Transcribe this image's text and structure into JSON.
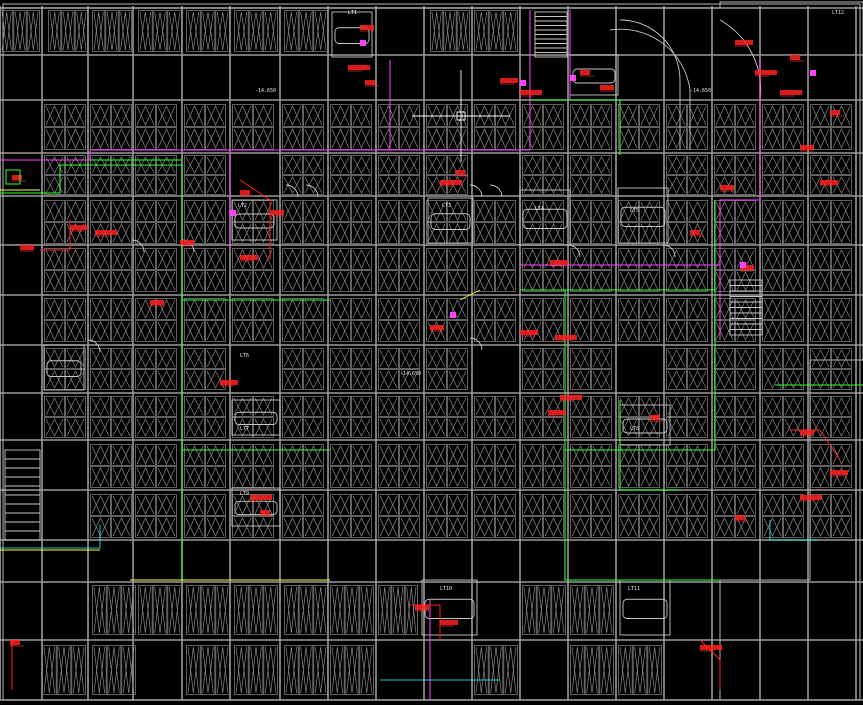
{
  "drawing": {
    "background": "#000000",
    "colors": {
      "grid": "#9a9a9a",
      "wall": "#b8b8b8",
      "sprinkler_main": "#33ff33",
      "water_pipe": "#ff44ff",
      "fire_pipe": "#ff2020",
      "cable": "#ffff33",
      "signal": "#33ffff",
      "cursor": "#ffffff"
    },
    "icons": [
      "crosshair-cursor-icon",
      "parking-stall-icon",
      "stair-icon",
      "elevator-icon"
    ]
  },
  "room_labels": [
    {
      "id": "lt1",
      "text": "LT1"
    },
    {
      "id": "lt2",
      "text": "LT2"
    },
    {
      "id": "lt3",
      "text": "LT3"
    },
    {
      "id": "lt4",
      "text": "LT4"
    },
    {
      "id": "lt5",
      "text": "LT5"
    },
    {
      "id": "lt6",
      "text": "LT6"
    },
    {
      "id": "lt7",
      "text": "LT7"
    },
    {
      "id": "lt8",
      "text": "LT8"
    },
    {
      "id": "lt9",
      "text": "LT9"
    },
    {
      "id": "lt10",
      "text": "LT10"
    },
    {
      "id": "lt11",
      "text": "LT11"
    },
    {
      "id": "lt12",
      "text": "LT12"
    },
    {
      "id": "elev-a",
      "text": "-14.650"
    },
    {
      "id": "elev-b",
      "text": "-14.650"
    },
    {
      "id": "elev-c",
      "text": "-14.650"
    }
  ]
}
